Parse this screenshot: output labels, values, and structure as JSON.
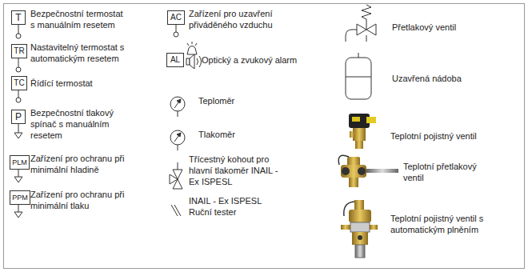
{
  "diagram": {
    "nodes": [
      {
        "text": [
          "T"
        ]
      },
      {
        "text": [
          "TR"
        ]
      },
      {
        "text": [
          "TC"
        ]
      },
      {
        "text": [
          "P"
        ]
      },
      {
        "text": [
          "PLM"
        ]
      },
      {
        "text": [
          "PPM"
        ]
      },
      {
        "text": [
          "AC"
        ]
      },
      {
        "text": [
          "AL"
        ]
      }
    ],
    "labels": [
      "Bezpečnostní termostat s manuálním resetem",
      "Nastavitelný termostat s automatickým resetem",
      "Řídící termostat",
      "Bezpečnostní tlakový spínač s manuálním resetem",
      "Zařízení pro ochranu při minimální hladině",
      "Zařízení pro ochranu při minimální tlaku",
      "Zařízení pro uzavření přiváděného vzduchu",
      "Optický a zvukový alarm",
      "Teploměr",
      "Tlakoměr",
      "Třícestný kohout pro hlavní tlakoměr INAIL - Ex ISPESL",
      "INAIL - Ex ISPESL Ruční tester",
      "Přetlakový ventil",
      "Uzavřená nádoba",
      "Teplotní pojistný ventil",
      "Teplotní přetlakový ventil",
      "Teplotní pojistný ventil s automatickým plněním"
    ]
  }
}
